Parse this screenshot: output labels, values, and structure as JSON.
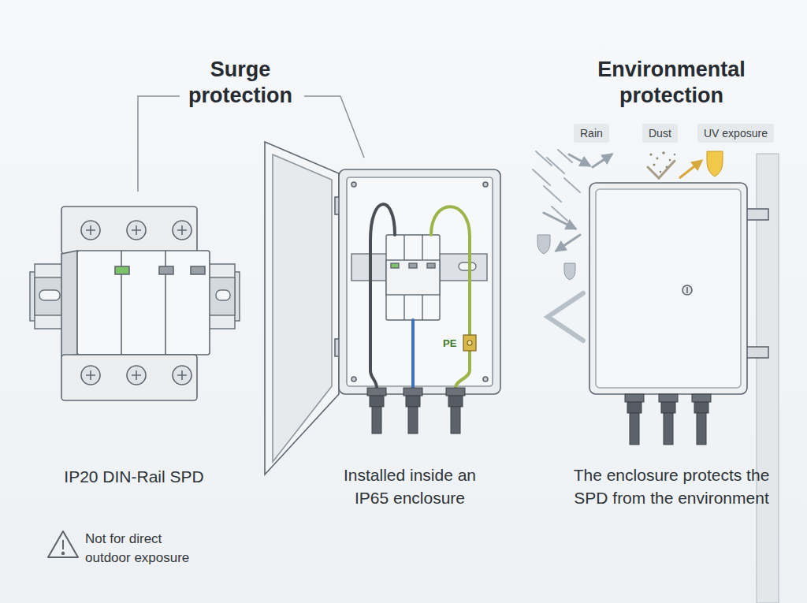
{
  "diagram": {
    "nodes": [
      {
        "text": [
          "Rain"
        ]
      },
      {
        "text": [
          "Dust"
        ]
      },
      {
        "text": [
          "UV exposure"
        ]
      }
    ],
    "labels": [
      "Surge protection",
      "Environmental protection",
      "PE",
      "IP20 DIN-Rail SPD",
      "Installed inside an IP65 enclosure",
      "The enclosure protects the SPD from the environment",
      "Not for direct outdoor exposure"
    ]
  }
}
